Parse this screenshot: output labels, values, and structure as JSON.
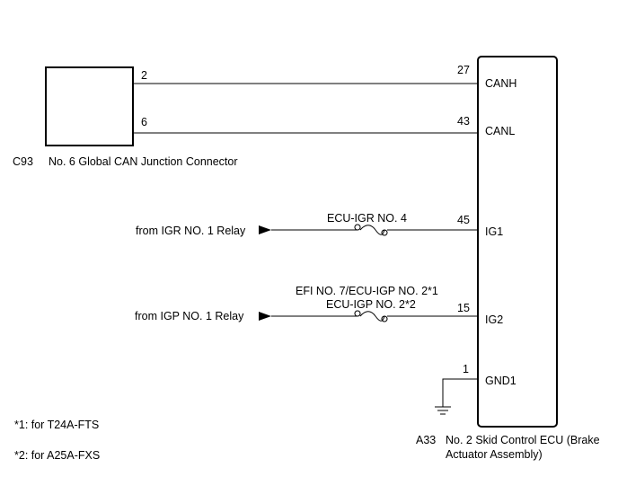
{
  "junction_connector": {
    "code": "C93",
    "name": "No. 6 Global CAN Junction Connector"
  },
  "ecu": {
    "code": "A33",
    "name_line1": "No. 2 Skid Control ECU (Brake",
    "name_line2": "Actuator Assembly)"
  },
  "wires": [
    {
      "from_pin": "2",
      "to_pin": "27",
      "terminal": "CANH"
    },
    {
      "from_pin": "6",
      "to_pin": "43",
      "terminal": "CANL"
    },
    {
      "source": "from IGR NO. 1 Relay",
      "fuse": "ECU-IGR NO. 4",
      "to_pin": "45",
      "terminal": "IG1"
    },
    {
      "source": "from IGP NO. 1 Relay",
      "fuse_line1": "EFI NO. 7/ECU-IGP NO. 2*1",
      "fuse_line2": "ECU-IGP NO. 2*2",
      "to_pin": "15",
      "terminal": "IG2"
    },
    {
      "to_pin": "1",
      "terminal": "GND1"
    }
  ],
  "notes": [
    "*1: for T24A-FTS",
    "*2: for A25A-FXS"
  ]
}
